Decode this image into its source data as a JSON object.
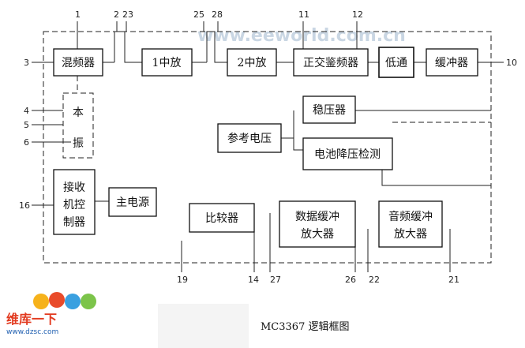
{
  "caption": "MC3367 逻辑框图",
  "watermark": "www.eeworld.com.cn",
  "logo": {
    "name": "维库一下",
    "url": "www.dzsc.com"
  },
  "blocks": {
    "mixer": "混频器",
    "if1": "1中放",
    "if2": "2中放",
    "quad_detector": "正交鉴频器",
    "lowpass": "低通",
    "buffer": "缓冲器",
    "osc_top": "本",
    "osc_bottom": "振",
    "regulator": "稳压器",
    "vref": "参考电压",
    "battery_detect": "电池降压检测",
    "rx_control": [
      "接收",
      "机控",
      "制器"
    ],
    "power": "主电源",
    "comparator": "比较器",
    "data_buffer": [
      "数据缓冲",
      "放大器"
    ],
    "audio_buffer": [
      "音频缓冲",
      "放大器"
    ]
  },
  "pins": {
    "p1": "1",
    "p2": "2",
    "p23": "23",
    "p25": "25",
    "p28": "28",
    "p11": "11",
    "p12": "12",
    "p3": "3",
    "p10": "10",
    "p4": "4",
    "p5": "5",
    "p6": "6",
    "p16": "16",
    "p19": "19",
    "p14": "14",
    "p27": "27",
    "p26": "26",
    "p22": "22",
    "p21": "21"
  }
}
